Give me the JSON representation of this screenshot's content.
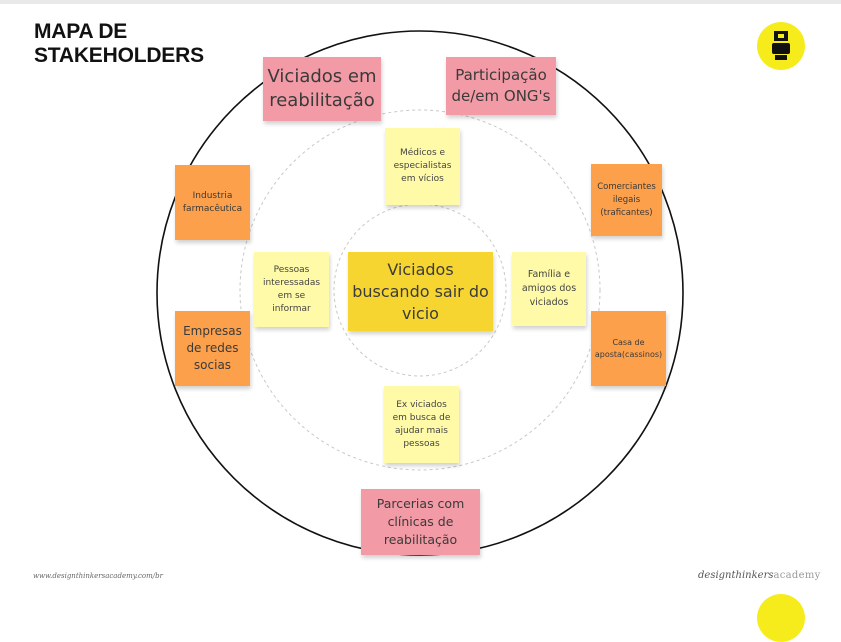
{
  "title": {
    "line1": "MAPA DE",
    "line2": "STAKEHOLDERS"
  },
  "notes": {
    "center": "Viciados buscando sair do vicio",
    "inner_top": "Médicos e especialistas em vícios",
    "inner_right": "Família e amigos dos viciados",
    "inner_bottom": "Ex viciados em busca de ajudar mais pessoas",
    "inner_left": "Pessoas interessadas em se informar",
    "outer_top_left": "Viciados em reabilitação",
    "outer_top_right": "Participação de/em ONG's",
    "outer_left_upper": "Industria farmacêutica",
    "outer_left_lower": "Empresas de redes socias",
    "outer_right_upper": "Comerciantes ilegais (traficantes)",
    "outer_right_lower": "Casa de aposta(cassinos)",
    "outer_bottom": "Parcerias com clínicas de reabilitação"
  },
  "footer": {
    "url": "www.designthinkersacademy.com/br",
    "brand_part1": "designthinkers",
    "brand_part2": "academy"
  },
  "colors": {
    "pink": "#f29aa5",
    "orange": "#fca04b",
    "light_yellow": "#fffaa8",
    "center_yellow": "#f7d531",
    "logo_yellow": "#f7ec1b"
  },
  "icons": {
    "logo": "academy-logo-icon"
  }
}
